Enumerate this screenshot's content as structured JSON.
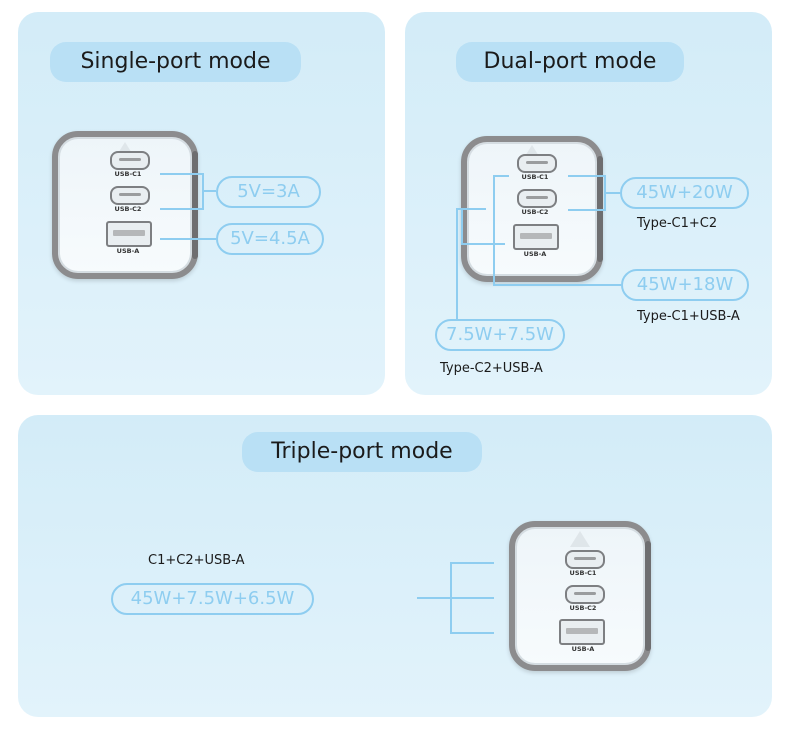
{
  "panels": {
    "single": {
      "title": "Single-port mode",
      "values": [
        "5V=3A",
        "5V=4.5A"
      ]
    },
    "dual": {
      "title": "Dual-port mode",
      "combos": [
        {
          "value": "45W+20W",
          "caption": "Type-C1+C2"
        },
        {
          "value": "45W+18W",
          "caption": "Type-C1+USB-A"
        },
        {
          "value": "7.5W+7.5W",
          "caption": "Type-C2+USB-A"
        }
      ]
    },
    "triple": {
      "title": "Triple-port mode",
      "caption": "C1+C2+USB-A",
      "value": "45W+7.5W+6.5W"
    }
  },
  "ports": {
    "c1": "USB-C1",
    "c2": "USB-C2",
    "a": "USB-A"
  },
  "colors": {
    "panel_bg": "#d3ecf8",
    "pill_bg": "#b9e0f5",
    "accent": "#8ecdf0"
  }
}
